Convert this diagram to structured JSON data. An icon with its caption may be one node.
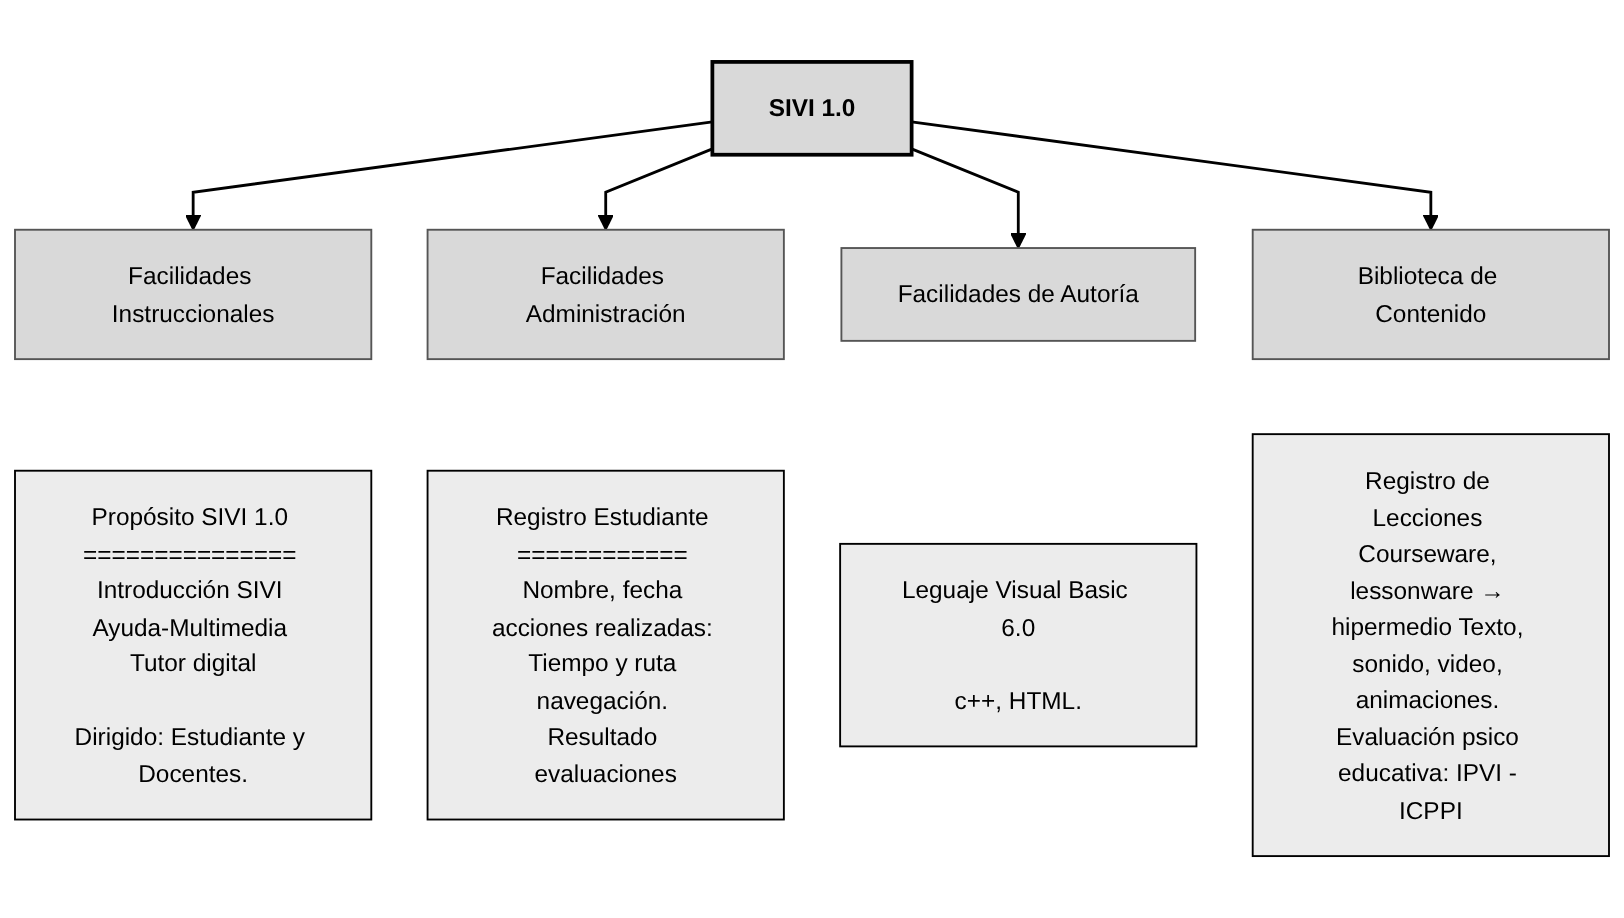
{
  "diagram": {
    "nodes": [
      {
        "text": [
          "SIVI 1.0"
        ]
      },
      {
        "text": [
          "Facilidades Instruccionales"
        ]
      },
      {
        "text": [
          "Facilidades Administración"
        ]
      },
      {
        "text": [
          "Facilidades de Autoría"
        ]
      },
      {
        "text": [
          "Biblioteca de Contenido"
        ]
      },
      {
        "text": [
          "Propósito SIVI 1.0 =============== Introducción SIVI Ayuda-Multimedia Tutor digital",
          "Dirigido: Estudiante y Docentes."
        ]
      },
      {
        "text": [
          "Registro Estudiante ============ Nombre, fecha acciones realizadas: Tiempo y ruta navegación. Resultado evaluaciones"
        ]
      },
      {
        "text": [
          "Leguaje Visual Basic 6.0",
          "c++, HTML."
        ]
      },
      {
        "text": [
          "Registro de Lecciones Courseware, lessonware → hipermedio Texto, sonido, video, animaciones. Evaluación psico educativa: IPVI - ICPPI"
        ]
      }
    ],
    "edges": [
      {
        "from": 0,
        "to": 1,
        "arrow": "to"
      },
      {
        "from": 0,
        "to": 2,
        "arrow": "to"
      },
      {
        "from": 0,
        "to": 3,
        "arrow": "to"
      },
      {
        "from": 0,
        "to": 4,
        "arrow": "to"
      }
    ]
  }
}
